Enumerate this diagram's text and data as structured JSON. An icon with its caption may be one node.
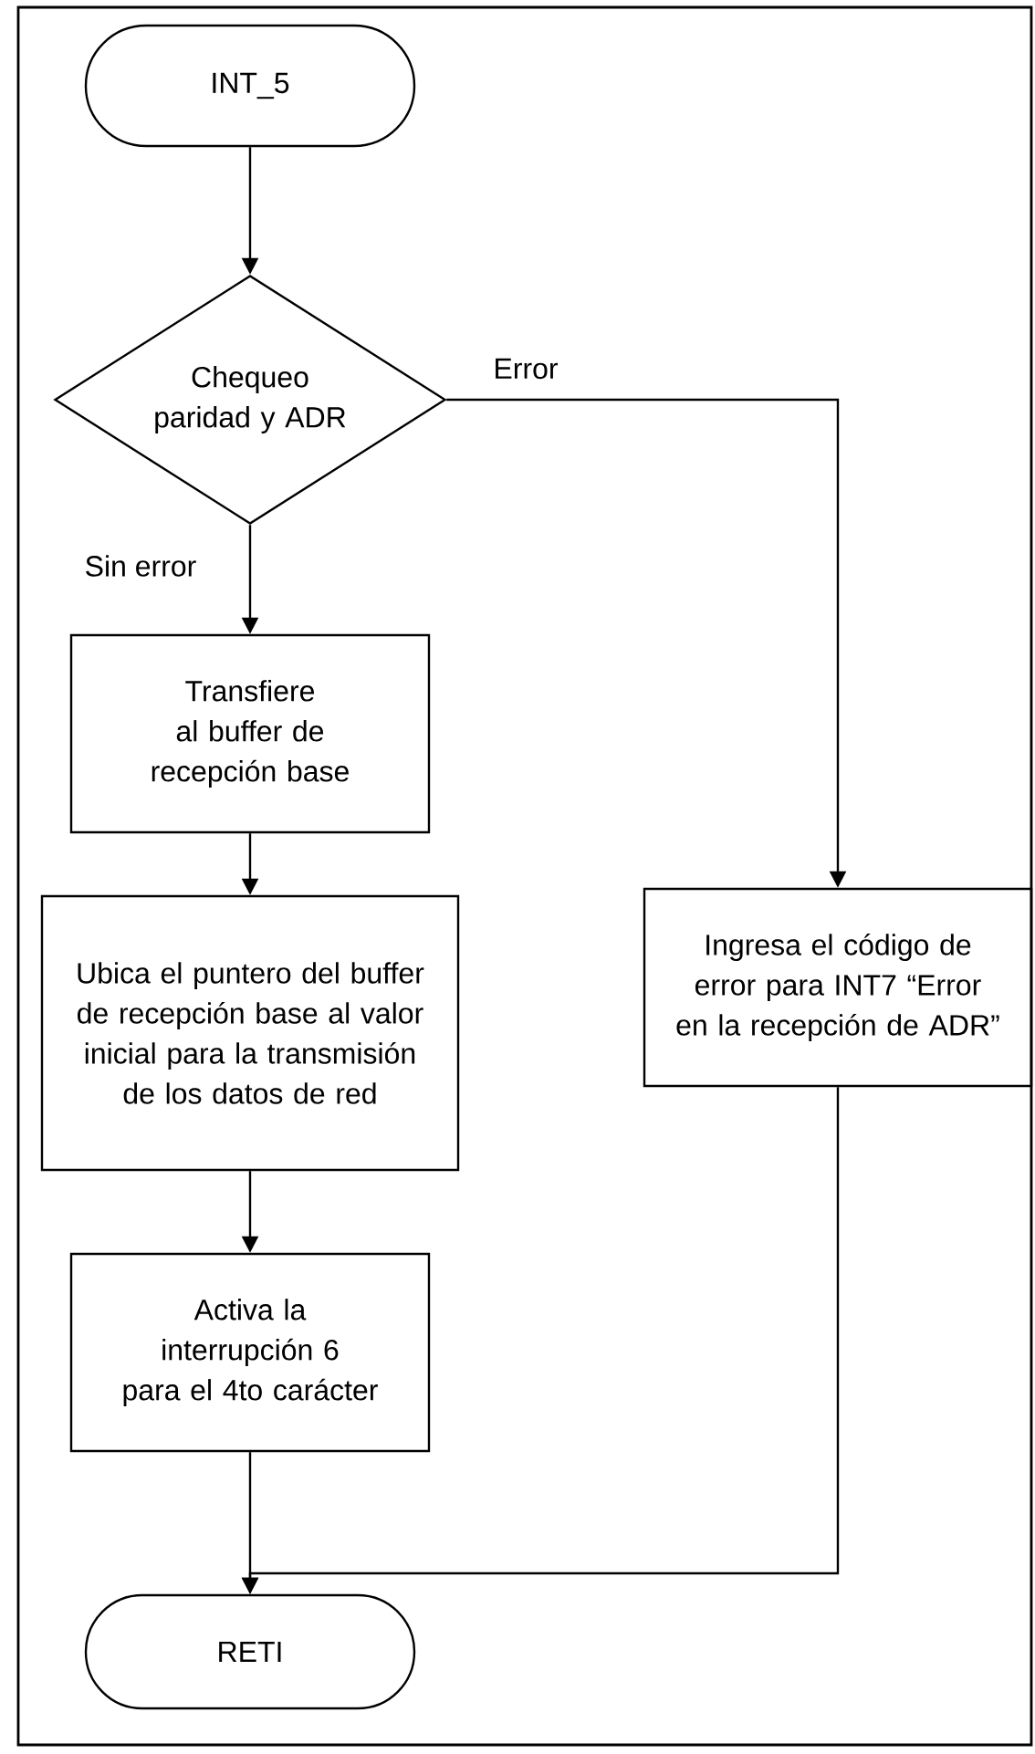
{
  "diagram": {
    "nodes": [
      {
        "text": [
          "INT_5"
        ]
      },
      {
        "text": [
          "Chequeo paridad y ADR"
        ]
      },
      {
        "text": [
          "Transfiere al buffer de recepción base"
        ]
      },
      {
        "text": [
          "Ubica el puntero del buffer de recepción base al valor inicial para la transmisión de los datos de red"
        ]
      },
      {
        "text": [
          "Activa la interrupción 6 para el 4to carácter"
        ]
      },
      {
        "text": [
          "Ingresa el código de error para INT7 “Error en la recepción de ADR”"
        ]
      },
      {
        "text": [
          "RETI"
        ]
      }
    ],
    "edges": [
      {
        "from": 0,
        "to": 1,
        "arrow": "to"
      },
      {
        "from": 1,
        "to": 2,
        "arrow": "to",
        "label": "Sin error"
      },
      {
        "from": 2,
        "to": 3,
        "arrow": "to"
      },
      {
        "from": 3,
        "to": 4,
        "arrow": "to"
      },
      {
        "from": 4,
        "to": 6,
        "arrow": "to"
      },
      {
        "from": 1,
        "to": 5,
        "arrow": "to",
        "label": "Error"
      },
      {
        "from": 5,
        "to": 6,
        "arrow": "to"
      }
    ]
  }
}
